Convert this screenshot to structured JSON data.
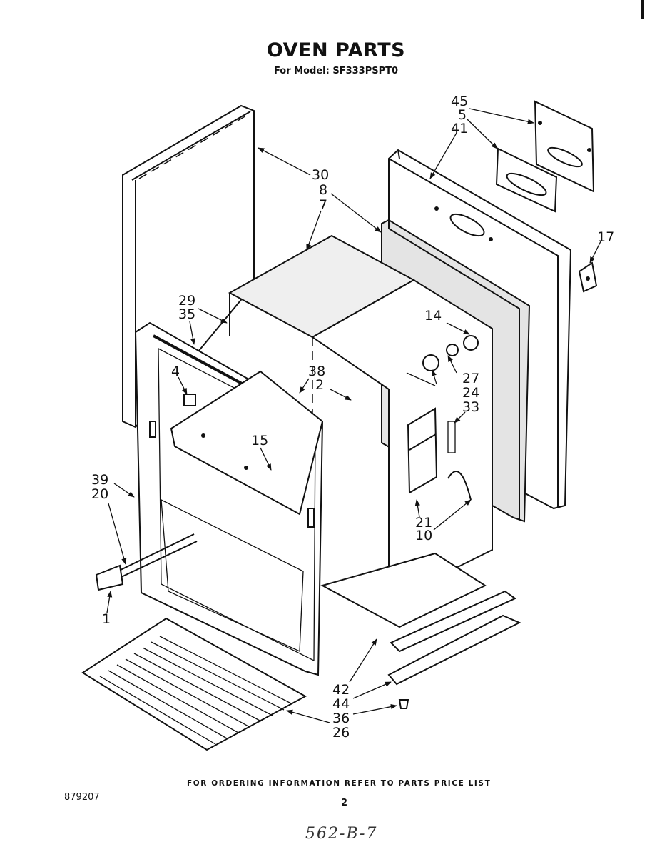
{
  "header": {
    "title": "OVEN PARTS",
    "subtitle": "For Model: SF333PSPT0"
  },
  "callouts": {
    "c45": "45",
    "c5": "5",
    "c41": "41",
    "c30": "30",
    "c8": "8",
    "c7": "7",
    "c17": "17",
    "c29": "29",
    "c35": "35",
    "c14": "14",
    "c4": "4",
    "c38": "38",
    "c2": "2",
    "c27": "27",
    "c24": "24",
    "c33": "33",
    "c15": "15",
    "c39": "39",
    "c20": "20",
    "c21": "21",
    "c10": "10",
    "c1": "1",
    "c42": "42",
    "c44": "44",
    "c36": "36",
    "c26": "26"
  },
  "footer": {
    "ordering_note": "FOR ORDERING INFORMATION REFER TO PARTS PRICE LIST",
    "doc_code": "879207",
    "page_number": "2",
    "handwritten_note": "562-B-7"
  }
}
